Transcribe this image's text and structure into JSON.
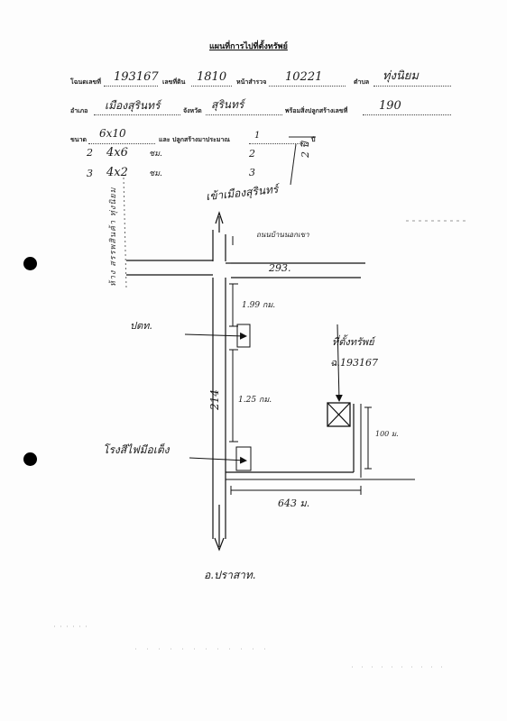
{
  "form": {
    "title": "แผนที่การไปที่ตั้งทรัพย์",
    "row1": {
      "deed_label": "โฉนดเลขที่",
      "deed_value": "193167",
      "land_no_label": "เลขที่ดิน",
      "land_no_value": "1810",
      "survey_label": "หน้าสำรวจ",
      "survey_value": "10221",
      "subdistrict_label": "ตำบล",
      "subdistrict_value": "ทุ่งนิยม"
    },
    "row2": {
      "district_label": "อำเภอ",
      "district_value": "เมืองสุรินทร์",
      "province_label": "จังหวัด",
      "province_value": "สุรินทร์",
      "plot_label": "พร้อมสิ่งปลูกสร้างเลขที่",
      "plot_value": "190"
    },
    "row3": {
      "size_label": "ขนาด",
      "size_value": "6x10",
      "built_label": "และ ปลูกสร้างมาประมาณ",
      "built_value": "1",
      "years_label": "ปี",
      "years_value": "2 ปี",
      "line2_num": "2",
      "line2_size": "4x6",
      "line2_unit": "ชม.",
      "line2_right": "2",
      "line3_num": "3",
      "line3_size": "4x2",
      "line3_unit": "ชม.",
      "line3_right": "3"
    },
    "side_note": "ห้าง สรรพสินค้า ทุ่งนิยม"
  },
  "map": {
    "top_label": "เข้าเมืองสุรินทร์",
    "small_road_label": "ถนนบ้านนอกเขา",
    "road_293": "293.",
    "road_214": "214",
    "dist_1": "1.99 กม.",
    "dist_2": "1.25 กม.",
    "landmark_1": "ปตท.",
    "landmark_2": "โรงสีไฟมีอเต็ง",
    "property_label": "ที่ตั้งทรัพย์",
    "property_deed": "ฉ.193167",
    "dist_right": "100 ม.",
    "dist_bottom": "643 ม.",
    "bottom_label": "อ.ปราสาท."
  }
}
